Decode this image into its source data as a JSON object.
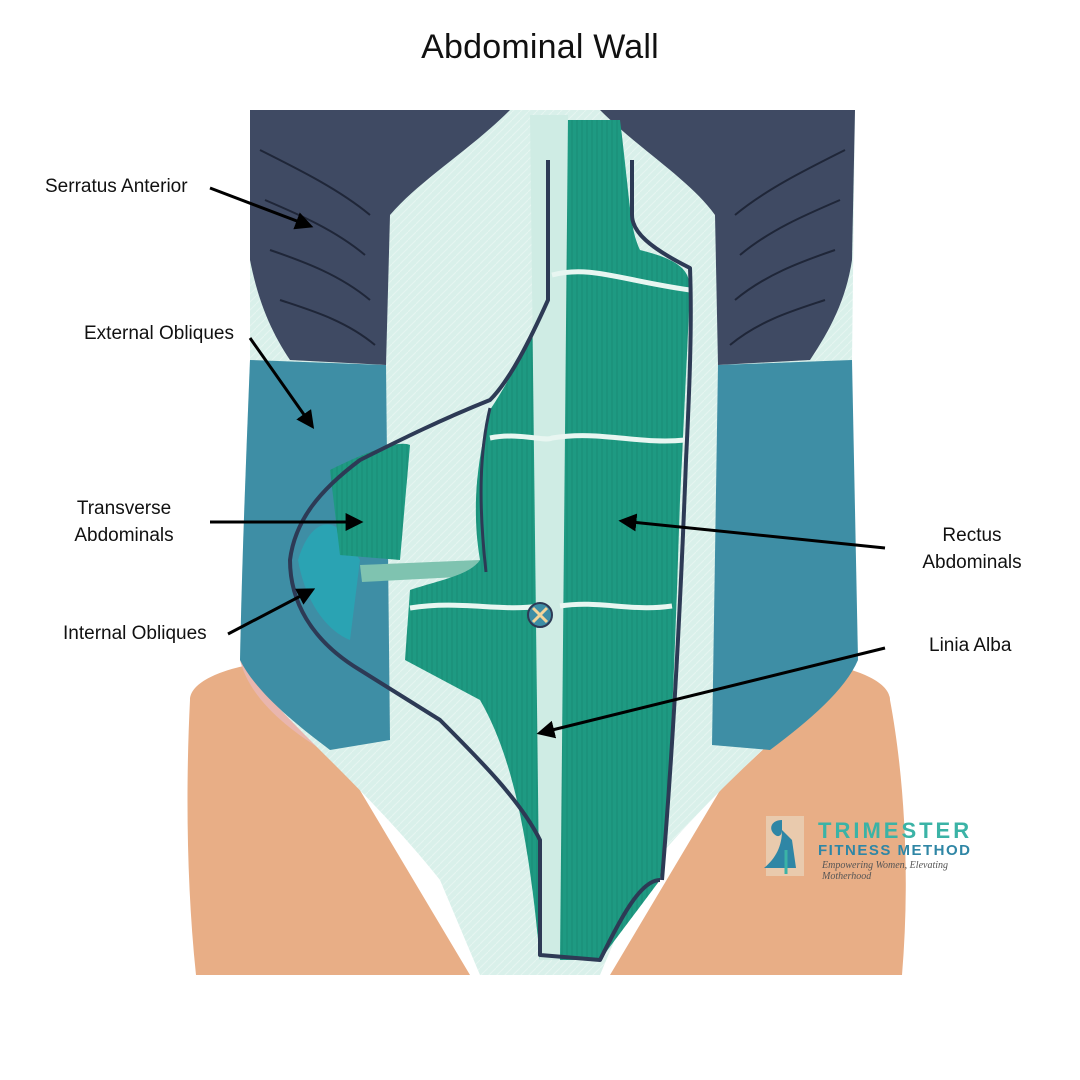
{
  "title": "Abdominal Wall",
  "labels": {
    "serratus_anterior": "Serratus Anterior",
    "external_obliques": "External Obliques",
    "transverse_line1": "Transverse",
    "transverse_line2": "Abdominals",
    "internal_obliques": "Internal Obliques",
    "rectus_line1": "Rectus",
    "rectus_line2": "Abdominals",
    "linia_alba": "Linia Alba"
  },
  "logo": {
    "line1": "TRIMESTER",
    "line2": "FITNESS METHOD",
    "tagline": "Empowering Women, Elevating Motherhood"
  },
  "colors": {
    "serratus": "#3f4a63",
    "oblique": "#3e8ea5",
    "rectus": "#1e9a82",
    "fascia": "#d9f0ea",
    "skin": "#e8ae86",
    "hip": "#e9b6ae",
    "outline": "#2d3a55"
  }
}
